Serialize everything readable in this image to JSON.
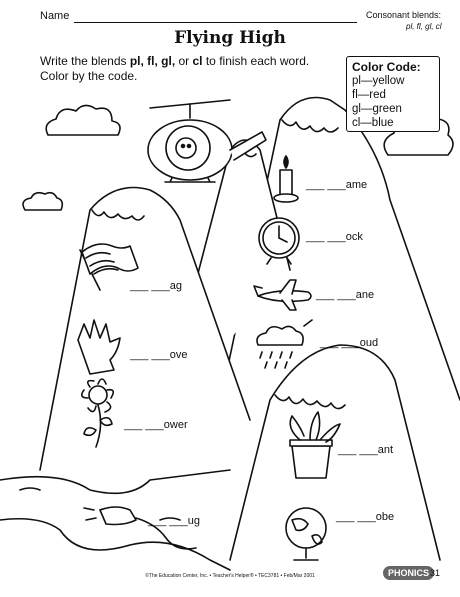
{
  "header": {
    "name_label": "Name",
    "blends_label": "Consonant blends:",
    "blends_sub": "pl, fl, gl, cl"
  },
  "title": "Flying High",
  "instructions": {
    "line1_pre": "Write the blends ",
    "line1_bold": "pl, fl, gl,",
    "line1_mid": " or ",
    "line1_bold2": "cl",
    "line1_post": " to finish each word.",
    "line2": "Color by the code."
  },
  "color_code": {
    "title": "Color Code:",
    "items": [
      "pl—yellow",
      "fl—red",
      "gl—green",
      "cl—blue"
    ]
  },
  "words": {
    "flame": "___ ___ame",
    "clock": "___ ___ock",
    "plane": "___ ___ane",
    "cloud": "___ ___oud",
    "flag": "___ ___ag",
    "glove": "___ ___ove",
    "flower": "___ ___ower",
    "plant": "___ ___ant",
    "plug": "___ ___ug",
    "globe": "___ ___obe"
  },
  "icons": {
    "candle": "candle-icon",
    "clock": "clock-icon",
    "airplane": "airplane-icon",
    "cloud": "rain-cloud-icon",
    "flag": "flag-icon",
    "glove": "glove-icon",
    "flower": "flower-icon",
    "plant": "potted-plant-icon",
    "plug": "plug-icon",
    "globe": "globe-icon",
    "helicopter": "helicopter-icon"
  },
  "footer": {
    "credit": "©The Education Center, Inc. • Teacher's Helper® • TEC3781 • Feb/Mar 2001",
    "badge": "PHONICS",
    "page": "31"
  }
}
